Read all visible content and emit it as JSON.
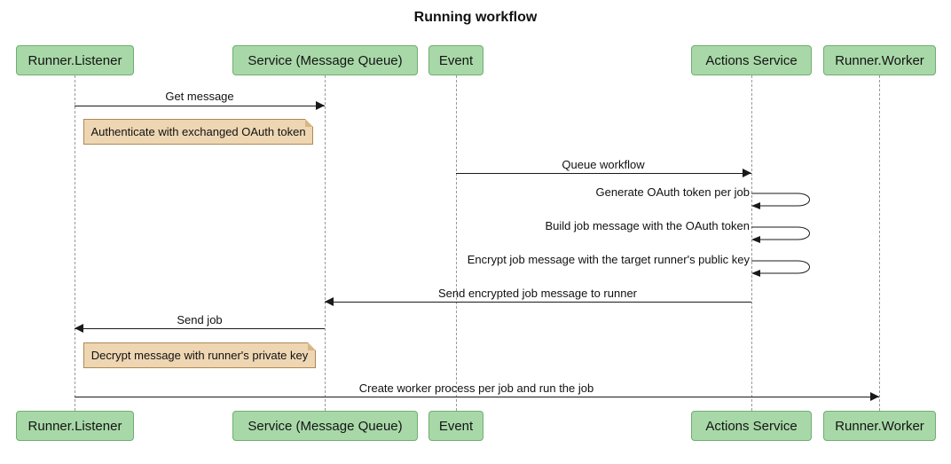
{
  "title": "Running workflow",
  "actors": [
    {
      "label": "Runner.Listener"
    },
    {
      "label": "Service (Message Queue)"
    },
    {
      "label": "Event"
    },
    {
      "label": "Actions Service"
    },
    {
      "label": "Runner.Worker"
    }
  ],
  "messages": [
    {
      "label": "Get message",
      "from": "Runner.Listener",
      "to": "Service (Message Queue)",
      "self": false
    },
    {
      "label": "Queue workflow",
      "from": "Event",
      "to": "Actions Service",
      "self": false
    },
    {
      "label": "Generate OAuth token per job",
      "from": "Actions Service",
      "to": "Actions Service",
      "self": true
    },
    {
      "label": "Build job message with the OAuth token",
      "from": "Actions Service",
      "to": "Actions Service",
      "self": true
    },
    {
      "label": "Encrypt job message with the target runner's public key",
      "from": "Actions Service",
      "to": "Actions Service",
      "self": true
    },
    {
      "label": "Send encrypted job message to runner",
      "from": "Actions Service",
      "to": "Service (Message Queue)",
      "self": false
    },
    {
      "label": "Send job",
      "from": "Service (Message Queue)",
      "to": "Runner.Listener",
      "self": false
    },
    {
      "label": "Create worker process per job and run the job",
      "from": "Runner.Listener",
      "to": "Runner.Worker",
      "self": false
    }
  ],
  "notes": [
    {
      "text": "Authenticate with exchanged OAuth token",
      "position": "right of Runner.Listener"
    },
    {
      "text": "Decrypt message with runner's private key",
      "position": "right of Runner.Listener"
    }
  ],
  "colors": {
    "actor_fill": "#a8d8a8",
    "actor_border": "#6fae6f",
    "note_fill": "#eed6b3",
    "note_border": "#ad8953",
    "line": "#1a1a1a",
    "lifeline": "#999999",
    "background": "#ffffff",
    "text": "#111111"
  }
}
